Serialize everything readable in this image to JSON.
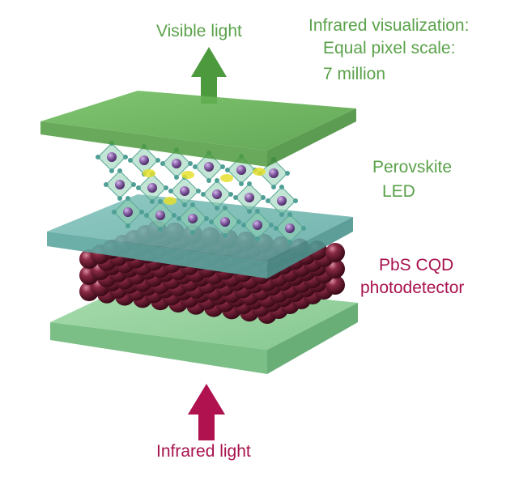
{
  "labels": {
    "visible_light": "Visible light",
    "infrared_visualization_line1": "Infrared visualization:",
    "infrared_visualization_line2": "Equal pixel scale:",
    "infrared_visualization_line3": "7 million",
    "perovskite_line1": "Perovskite",
    "perovskite_line2": "LED",
    "pbs_line1": "PbS CQD",
    "pbs_line2": "photodetector",
    "infrared_light": "Infrared light"
  },
  "colors": {
    "green_label": "#5aa24a",
    "crimson_label": "#a8124f",
    "top_plate": "#5fae4e",
    "middle_plate": "#6fb6b0",
    "bottom_plate": "#8ccf94",
    "quantum_dot": "#7a1f35",
    "octahedron": "#8fd0b2",
    "cation_sphere": "#8a63a8",
    "yellow_accent": "#e6e02e",
    "visible_arrow": "#4c9a3d",
    "infrared_arrow": "#b0124f"
  },
  "icons": {
    "visible_arrow": "up-arrow-icon",
    "infrared_arrow": "up-arrow-icon"
  }
}
